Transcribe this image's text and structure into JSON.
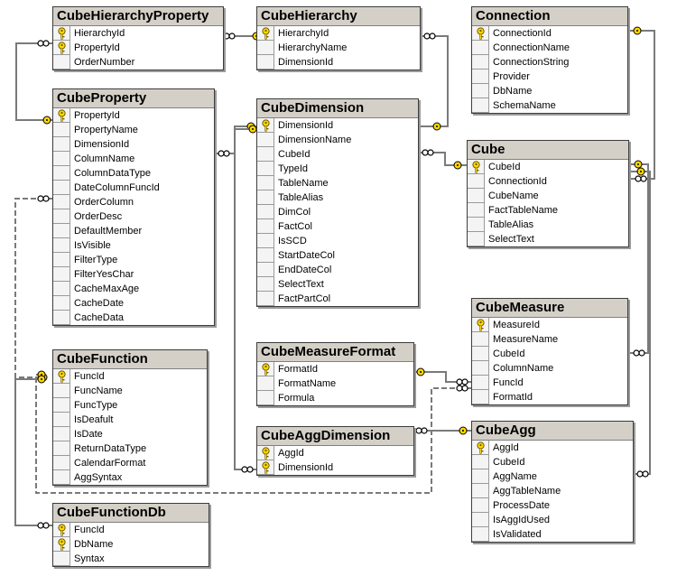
{
  "colors": {
    "line": "#7a7a7a",
    "key_gold": "#ffd700",
    "header_bg": "#d4d0c8"
  },
  "tables": {
    "cube_hierarchy_property": {
      "title": "CubeHierarchyProperty",
      "columns": [
        {
          "name": "HierarchyId",
          "pk": true
        },
        {
          "name": "PropertyId",
          "pk": true
        },
        {
          "name": "OrderNumber",
          "pk": false
        }
      ]
    },
    "cube_hierarchy": {
      "title": "CubeHierarchy",
      "columns": [
        {
          "name": "HierarchyId",
          "pk": true
        },
        {
          "name": "HierarchyName",
          "pk": false
        },
        {
          "name": "DimensionId",
          "pk": false
        }
      ]
    },
    "connection": {
      "title": "Connection",
      "columns": [
        {
          "name": "ConnectionId",
          "pk": true
        },
        {
          "name": "ConnectionName",
          "pk": false
        },
        {
          "name": "ConnectionString",
          "pk": false
        },
        {
          "name": "Provider",
          "pk": false
        },
        {
          "name": "DbName",
          "pk": false
        },
        {
          "name": "SchemaName",
          "pk": false
        }
      ]
    },
    "cube_property": {
      "title": "CubeProperty",
      "columns": [
        {
          "name": "PropertyId",
          "pk": true
        },
        {
          "name": "PropertyName",
          "pk": false
        },
        {
          "name": "DimensionId",
          "pk": false
        },
        {
          "name": "ColumnName",
          "pk": false
        },
        {
          "name": "ColumnDataType",
          "pk": false
        },
        {
          "name": "DateColumnFuncId",
          "pk": false
        },
        {
          "name": "OrderColumn",
          "pk": false
        },
        {
          "name": "OrderDesc",
          "pk": false
        },
        {
          "name": "DefaultMember",
          "pk": false
        },
        {
          "name": "IsVisible",
          "pk": false
        },
        {
          "name": "FilterType",
          "pk": false
        },
        {
          "name": "FilterYesChar",
          "pk": false
        },
        {
          "name": "CacheMaxAge",
          "pk": false
        },
        {
          "name": "CacheDate",
          "pk": false
        },
        {
          "name": "CacheData",
          "pk": false
        }
      ]
    },
    "cube_dimension": {
      "title": "CubeDimension",
      "columns": [
        {
          "name": "DimensionId",
          "pk": true
        },
        {
          "name": "DimensionName",
          "pk": false
        },
        {
          "name": "CubeId",
          "pk": false
        },
        {
          "name": "TypeId",
          "pk": false
        },
        {
          "name": "TableName",
          "pk": false
        },
        {
          "name": "TableAlias",
          "pk": false
        },
        {
          "name": "DimCol",
          "pk": false
        },
        {
          "name": "FactCol",
          "pk": false
        },
        {
          "name": "IsSCD",
          "pk": false
        },
        {
          "name": "StartDateCol",
          "pk": false
        },
        {
          "name": "EndDateCol",
          "pk": false
        },
        {
          "name": "SelectText",
          "pk": false
        },
        {
          "name": "FactPartCol",
          "pk": false
        }
      ]
    },
    "cube": {
      "title": "Cube",
      "columns": [
        {
          "name": "CubeId",
          "pk": true
        },
        {
          "name": "ConnectionId",
          "pk": false
        },
        {
          "name": "CubeName",
          "pk": false
        },
        {
          "name": "FactTableName",
          "pk": false
        },
        {
          "name": "TableAlias",
          "pk": false
        },
        {
          "name": "SelectText",
          "pk": false
        }
      ]
    },
    "cube_measure": {
      "title": "CubeMeasure",
      "columns": [
        {
          "name": "MeasureId",
          "pk": true
        },
        {
          "name": "MeasureName",
          "pk": false
        },
        {
          "name": "CubeId",
          "pk": false
        },
        {
          "name": "ColumnName",
          "pk": false
        },
        {
          "name": "FuncId",
          "pk": false
        },
        {
          "name": "FormatId",
          "pk": false
        }
      ]
    },
    "cube_measure_format": {
      "title": "CubeMeasureFormat",
      "columns": [
        {
          "name": "FormatId",
          "pk": true
        },
        {
          "name": "FormatName",
          "pk": false
        },
        {
          "name": "Formula",
          "pk": false
        }
      ]
    },
    "cube_function": {
      "title": "CubeFunction",
      "columns": [
        {
          "name": "FuncId",
          "pk": true
        },
        {
          "name": "FuncName",
          "pk": false
        },
        {
          "name": "FuncType",
          "pk": false
        },
        {
          "name": "IsDeafult",
          "pk": false
        },
        {
          "name": "IsDate",
          "pk": false
        },
        {
          "name": "ReturnDataType",
          "pk": false
        },
        {
          "name": "CalendarFormat",
          "pk": false
        },
        {
          "name": "AggSyntax",
          "pk": false
        }
      ]
    },
    "cube_agg_dimension": {
      "title": "CubeAggDimension",
      "columns": [
        {
          "name": "AggId",
          "pk": true
        },
        {
          "name": "DimensionId",
          "pk": true
        }
      ]
    },
    "cube_agg": {
      "title": "CubeAgg",
      "columns": [
        {
          "name": "AggId",
          "pk": true
        },
        {
          "name": "CubeId",
          "pk": false
        },
        {
          "name": "AggName",
          "pk": false
        },
        {
          "name": "AggTableName",
          "pk": false
        },
        {
          "name": "ProcessDate",
          "pk": false
        },
        {
          "name": "IsAggIdUsed",
          "pk": false
        },
        {
          "name": "IsValidated",
          "pk": false
        }
      ]
    },
    "cube_function_db": {
      "title": "CubeFunctionDb",
      "columns": [
        {
          "name": "FuncId",
          "pk": true
        },
        {
          "name": "DbName",
          "pk": true
        },
        {
          "name": "Syntax",
          "pk": false
        }
      ]
    }
  },
  "relationships": [
    {
      "from": "cube_hierarchy_property",
      "to": "cube_hierarchy"
    },
    {
      "from": "cube_hierarchy_property",
      "to": "cube_property"
    },
    {
      "from": "cube_hierarchy",
      "to": "cube_dimension"
    },
    {
      "from": "cube_property",
      "to": "cube_dimension"
    },
    {
      "from": "cube_property",
      "to": "cube_function"
    },
    {
      "from": "cube_dimension",
      "to": "cube"
    },
    {
      "from": "cube",
      "to": "connection"
    },
    {
      "from": "cube_measure",
      "to": "cube"
    },
    {
      "from": "cube_agg",
      "to": "cube"
    },
    {
      "from": "cube_measure",
      "to": "cube_measure_format"
    },
    {
      "from": "cube_measure",
      "to": "cube_function"
    },
    {
      "from": "cube_agg_dimension",
      "to": "cube_dimension"
    },
    {
      "from": "cube_agg_dimension",
      "to": "cube_agg"
    },
    {
      "from": "cube_function_db",
      "to": "cube_function"
    }
  ]
}
